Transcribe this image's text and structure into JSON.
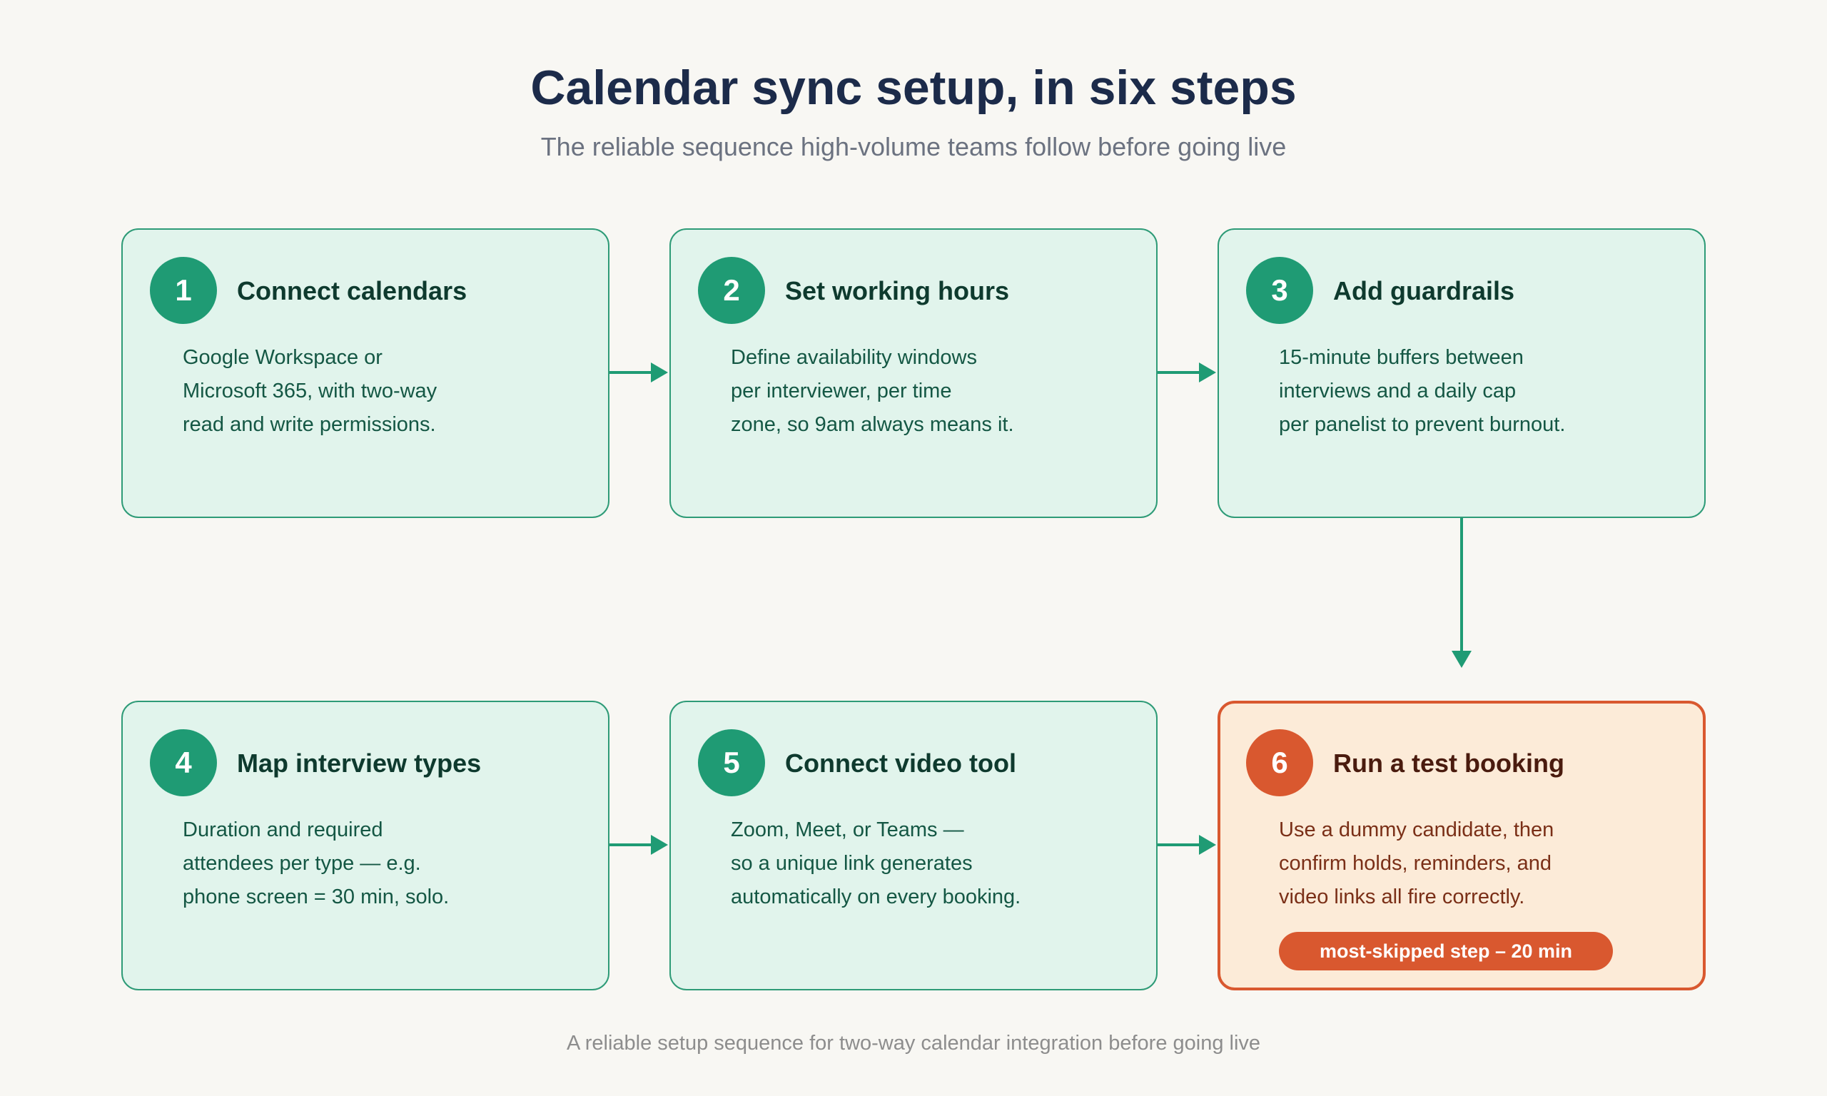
{
  "header": {
    "title": "Calendar sync setup, in six steps",
    "subtitle": "The reliable sequence high-volume teams follow before going live"
  },
  "steps": [
    {
      "number": "1",
      "title": "Connect calendars",
      "lines": [
        "Google Workspace or",
        "Microsoft 365, with two-way",
        "read and write permissions."
      ]
    },
    {
      "number": "2",
      "title": "Set working hours",
      "lines": [
        "Define availability windows",
        "per interviewer, per time",
        "zone, so 9am always means it."
      ]
    },
    {
      "number": "3",
      "title": "Add guardrails",
      "lines": [
        "15-minute buffers between",
        "interviews and a daily cap",
        "per panelist to prevent burnout."
      ]
    },
    {
      "number": "4",
      "title": "Map interview types",
      "lines": [
        "Duration and required",
        "attendees per type — e.g.",
        "phone screen = 30 min, solo."
      ]
    },
    {
      "number": "5",
      "title": "Connect video tool",
      "lines": [
        "Zoom, Meet, or Teams —",
        "so a unique link generates",
        "automatically on every booking."
      ]
    },
    {
      "number": "6",
      "title": "Run a test booking",
      "lines": [
        "Use a dummy candidate, then",
        "confirm holds, reminders, and",
        "video links all fire correctly."
      ],
      "tag": "most-skipped step – 20 min"
    }
  ],
  "footer": {
    "caption": "A reliable setup sequence for two-way calendar integration before going live"
  },
  "colors": {
    "background": "#f8f7f3",
    "title": "#1c2b4a",
    "step_fill": "#e1f4ec",
    "step_border": "#2e9b77",
    "step_badge": "#1f9b74",
    "highlight_fill": "#fcebd8",
    "highlight_border": "#d9582f",
    "connector": "#1f9b74"
  }
}
